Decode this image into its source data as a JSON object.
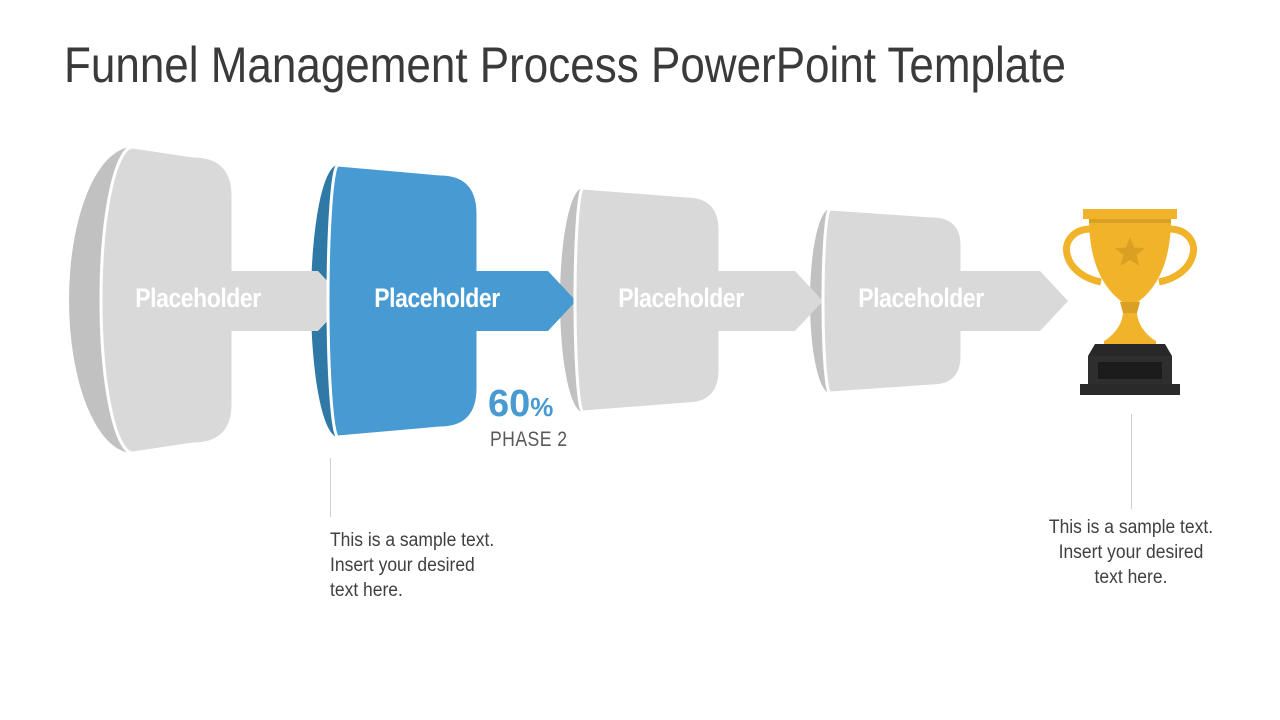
{
  "slide": {
    "title": "Funnel Management Process PowerPoint Template"
  },
  "funnel": {
    "stages": [
      {
        "label": "Placeholder",
        "state": "inactive"
      },
      {
        "label": "Placeholder",
        "state": "active",
        "metric": {
          "value": "60",
          "unit": "%",
          "caption": "PHASE 2"
        },
        "note": "This is a sample text.\nInsert your desired\ntext here."
      },
      {
        "label": "Placeholder",
        "state": "inactive"
      },
      {
        "label": "Placeholder",
        "state": "inactive"
      }
    ],
    "result": {
      "icon": "trophy-icon",
      "note": "This is a sample text.\nInsert your desired\ntext here."
    }
  },
  "colors": {
    "accent": "#479BD2",
    "accent_dark": "#2F79A6",
    "gray": "#D9D9D9",
    "gray_dark": "#C1C1C1",
    "title_text": "#3A3A3A",
    "muted_text": "#595959",
    "note_text": "#404040",
    "trophy_gold": "#F0B32A",
    "trophy_gold_dark": "#D9A024",
    "connector": "#CFCFCF",
    "label_text": "#FFFFFF"
  }
}
